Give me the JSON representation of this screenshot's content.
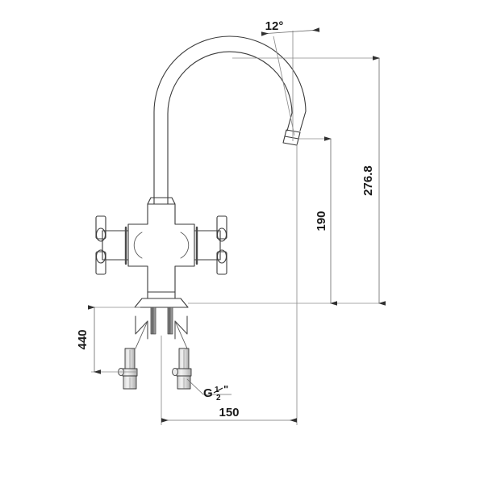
{
  "drawing": {
    "type": "technical-dimension-drawing",
    "subject": "two-handle gooseneck basin mixer tap",
    "background_color": "#ffffff",
    "line_color": "#3a3a3a",
    "dimension_line_color": "#808080",
    "text_color": "#1a1a1a",
    "units": "mm"
  },
  "dimensions": {
    "angle_spout_outlet": {
      "label": "12°",
      "value": 12,
      "unit": "degrees",
      "orientation": "horizontal",
      "description": "spout outlet tilt angle"
    },
    "overall_height": {
      "label": "276.8",
      "value": 276.8,
      "unit": "mm",
      "orientation": "vertical",
      "description": "total height from mounting surface to top of spout"
    },
    "spout_outlet_height": {
      "label": "190",
      "value": 190,
      "unit": "mm",
      "orientation": "vertical",
      "description": "height from mounting surface to spout outlet"
    },
    "tail_length": {
      "label": "440",
      "value": 440,
      "unit": "mm",
      "orientation": "vertical",
      "description": "flexible supply tail length below mounting surface"
    },
    "centre_spacing": {
      "label": "150",
      "value": 150,
      "unit": "mm",
      "orientation": "horizontal",
      "description": "horizontal overall width / tap hole centre spacing"
    }
  },
  "callouts": {
    "supply_thread": {
      "prefix": "G",
      "numerator": "1",
      "denominator": "2",
      "suffix": "\"",
      "full_label": "G½\"",
      "description": "supply connector thread size on flexible tail"
    }
  },
  "parts": {
    "spout": "gooseneck-swan-spout",
    "outlet": "angled-spout-outlet",
    "body": "cross-handle-valve-body",
    "handle_left": "left-cross-handle",
    "handle_right": "right-cross-handle",
    "base": "mounting-base-escutcheon",
    "studs": "mounting-studs",
    "tails": "flexible-supply-tails",
    "connectors": "g-half-inch-connectors"
  }
}
